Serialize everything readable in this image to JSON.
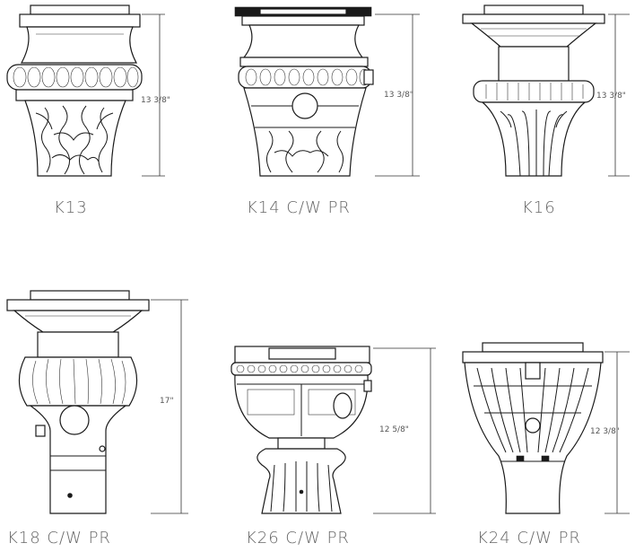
{
  "products": [
    {
      "model": "K13",
      "height": "13 3/8\""
    },
    {
      "model": "K14 C/W PR",
      "height": "13 3/8\""
    },
    {
      "model": "K16",
      "height": "13 3/8\""
    },
    {
      "model": "K18 C/W PR",
      "height": "17\""
    },
    {
      "model": "K26 C/W PR",
      "height": "12 5/8\""
    },
    {
      "model": "K24 C/W PR",
      "height": "12 3/8\""
    }
  ]
}
